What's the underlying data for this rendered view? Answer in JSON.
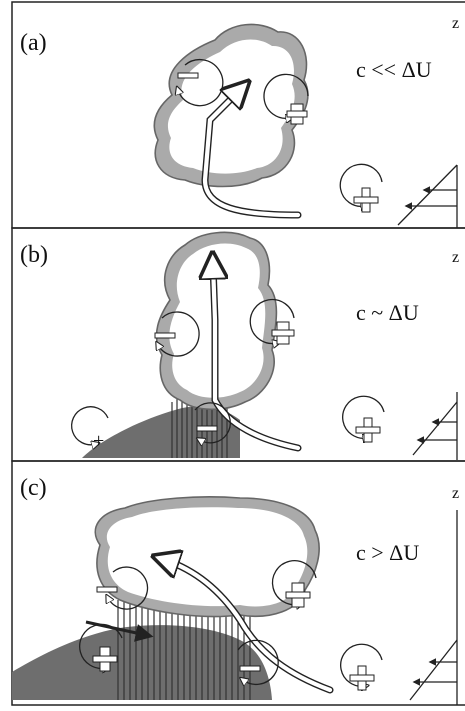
{
  "panels": [
    {
      "id": "a",
      "label": "(a)",
      "relation": "c << ΔU",
      "axis_label": "z"
    },
    {
      "id": "b",
      "label": "(b)",
      "relation": "c ~ ΔU",
      "axis_label": "z"
    },
    {
      "id": "c",
      "label": "(c)",
      "relation": "c > ΔU",
      "axis_label": "z"
    }
  ],
  "colors": {
    "cloud_fill": "#ffffff",
    "cloud_halo": "#aaaaaa",
    "cloud_edge": "#666666",
    "cold_pool": "#6e6e6e",
    "rain": "#333333",
    "line": "#222222"
  },
  "symbols": {
    "positive_vorticity": "+",
    "negative_vorticity": "−"
  }
}
